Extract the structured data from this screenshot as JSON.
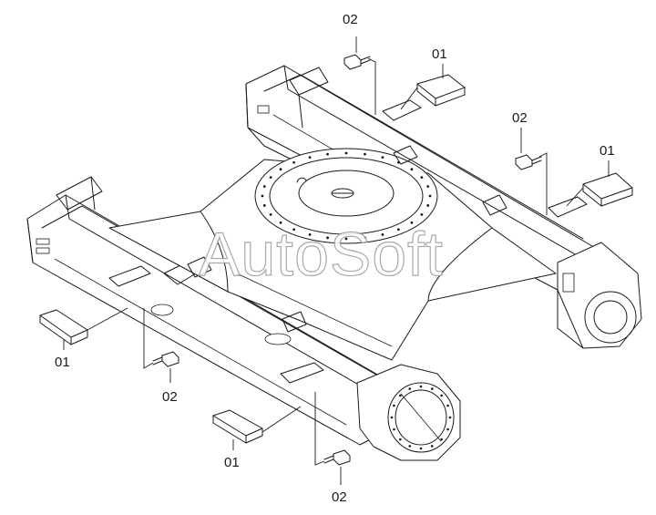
{
  "watermark": "AutoSoft",
  "callouts": {
    "c1": "02",
    "c2": "01",
    "c3": "02",
    "c4": "01",
    "c5": "01",
    "c6": "02",
    "c7": "01",
    "c8": "02"
  },
  "colors": {
    "line": "#1a1a1a",
    "background": "#ffffff",
    "watermark_outline": "#9a9a9a"
  }
}
